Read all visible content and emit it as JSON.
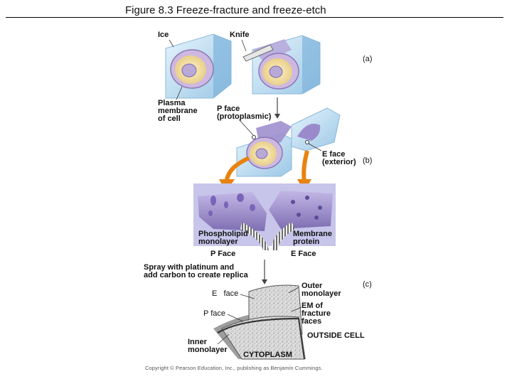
{
  "title": "Figure 8.3  Freeze-fracture and freeze-etch",
  "labels": {
    "ice": "Ice",
    "knife": "Knife",
    "panel_a": "(a)",
    "plasma_membrane": "Plasma\nmembrane\nof cell",
    "p_face_top": "P face\n(protoplasmic)",
    "e_face_top": "E face\n(exterior)",
    "panel_b": "(b)",
    "phospholipid": "Phospholipid\nmonolayer",
    "membrane_protein": "Membrane\nprotein",
    "p_face_mid": "P Face",
    "e_face_mid": "E Face",
    "spray": "Spray with platinum and\nadd carbon to create replica",
    "panel_c": "(c)",
    "e_face_bottom": "E   face",
    "outer_monolayer": "Outer\nmonolayer",
    "p_face_bottom": "P face",
    "em_fracture": "EM of\nfracture\nfaces",
    "outside_cell": "OUTSIDE CELL",
    "inner_monolayer": "Inner\nmonolayer",
    "cytoplasm": "CYTOPLASM"
  },
  "copyright": "Copyright © Pearson Education, Inc., publishing as Benjamin Cummings.",
  "colors": {
    "ice_blue": "#cfe7f6",
    "lilac": "#a89bd0",
    "orange": "#e8830f",
    "bg_panel": "#c7c5ea"
  }
}
